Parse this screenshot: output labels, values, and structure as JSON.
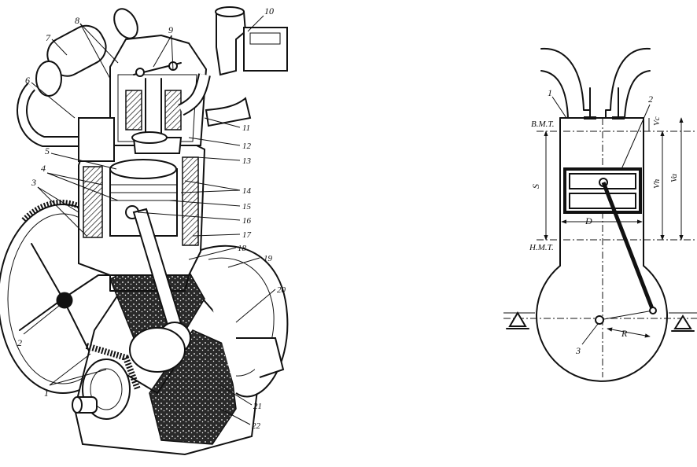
{
  "cutaway": {
    "callouts": [
      "1",
      "2",
      "3",
      "4",
      "5",
      "6",
      "7",
      "8",
      "9",
      "10",
      "11",
      "12",
      "13",
      "14",
      "15",
      "16",
      "17",
      "18",
      "19",
      "20",
      "21",
      "22"
    ]
  },
  "schematic": {
    "callouts": {
      "cylinder": "1",
      "piston": "2",
      "crank_center": "3"
    },
    "tdc": "В.М.Т.",
    "bdc": "Н.М.Т.",
    "stroke": "S",
    "bore": "D",
    "radius": "R",
    "vc": "Vc",
    "vh": "Vh",
    "va": "Va"
  }
}
